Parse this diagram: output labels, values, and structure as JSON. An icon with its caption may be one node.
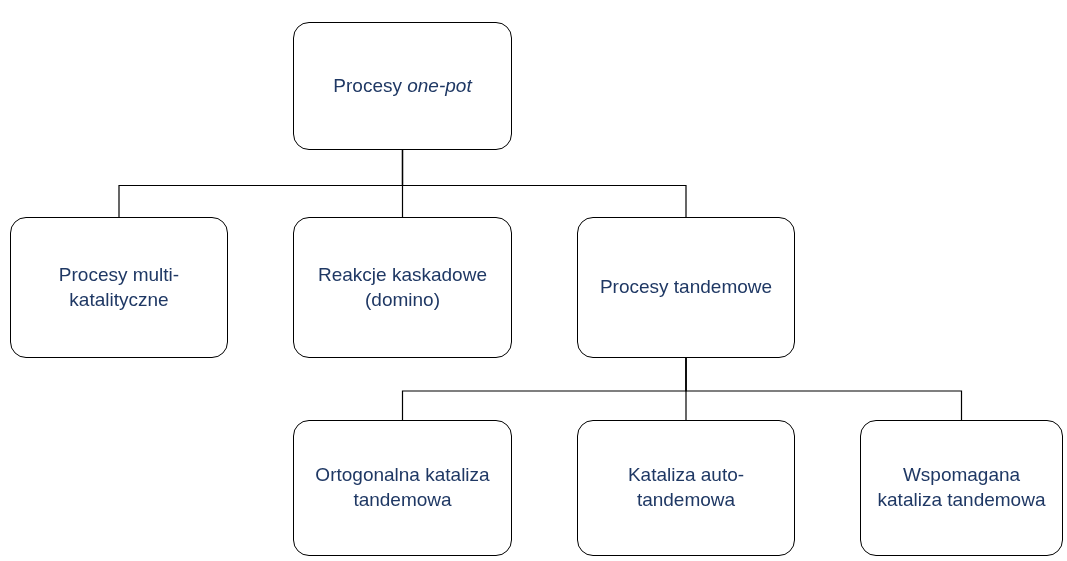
{
  "diagram": {
    "nodes": [
      {
        "text": [
          "Procesy *one-pot*"
        ]
      },
      {
        "text": [
          "Procesy multi-katalityczne"
        ]
      },
      {
        "text": [
          "Reakcje kaskadowe (domino)"
        ]
      },
      {
        "text": [
          "Procesy tandemowe"
        ]
      },
      {
        "text": [
          "Ortogonalna kataliza tandemowa"
        ]
      },
      {
        "text": [
          "Kataliza auto-tandemowa"
        ]
      },
      {
        "text": [
          "Wspomagana kataliza tandemowa"
        ]
      }
    ],
    "edges": [
      {
        "from": 0,
        "to": 1,
        "arrow": "none"
      },
      {
        "from": 0,
        "to": 2,
        "arrow": "none"
      },
      {
        "from": 0,
        "to": 3,
        "arrow": "none"
      },
      {
        "from": 3,
        "to": 4,
        "arrow": "none"
      },
      {
        "from": 3,
        "to": 5,
        "arrow": "none"
      },
      {
        "from": 3,
        "to": 6,
        "arrow": "none"
      }
    ]
  }
}
